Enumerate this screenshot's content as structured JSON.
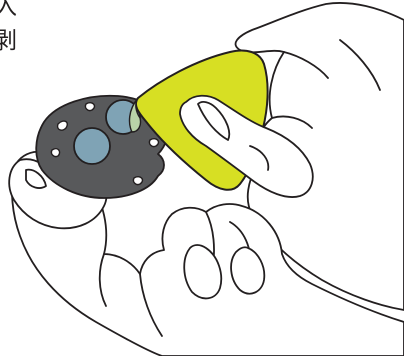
{
  "caption": {
    "line1": "入",
    "line2": "剥"
  },
  "colors": {
    "pick": "#d7df23",
    "tool": "#58595b",
    "lens": "#7fa3b5",
    "outline": "#231f20",
    "skin": "#ffffff"
  },
  "icons": {
    "pick": "plectrum-pry-tool-illustration",
    "tool": "contact-lens-case-illustration",
    "hands": "hands-line-illustration"
  }
}
